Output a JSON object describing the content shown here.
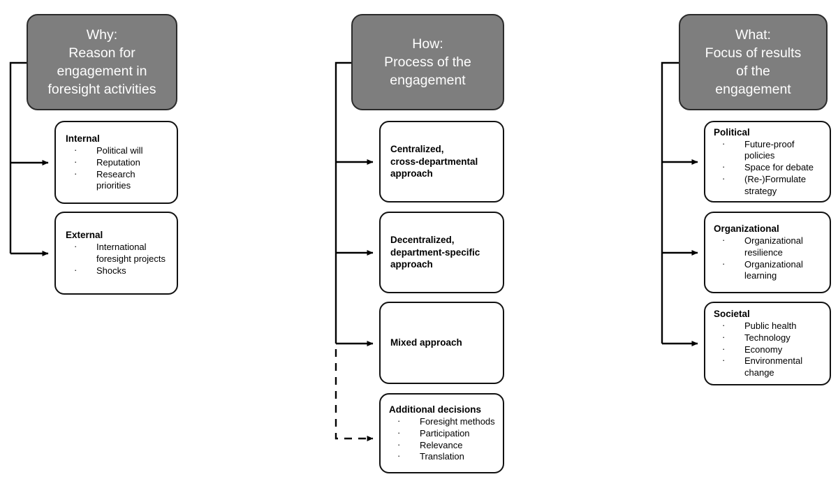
{
  "diagram": {
    "title": "Why / How / What framework for foresight engagement",
    "colors": {
      "header_fill": "#7e7e7e",
      "header_text": "#ffffff",
      "box_stroke": "#111111",
      "box_fill": "#ffffff",
      "line": "#000000"
    },
    "columns": [
      {
        "id": "why",
        "header": "Why:\nReason for\nengagement in\nforesight activities",
        "boxes": [
          {
            "id": "internal",
            "title": "Internal",
            "items": [
              "Political will",
              "Reputation",
              "Research priorities"
            ],
            "connector": "solid"
          },
          {
            "id": "external",
            "title": "External",
            "items": [
              "International\nforesight projects",
              "Shocks"
            ],
            "connector": "solid"
          }
        ]
      },
      {
        "id": "how",
        "header": "How:\nProcess of the\nengagement",
        "boxes": [
          {
            "id": "centralized",
            "plain": "Centralized,\ncross-departmental\napproach",
            "items": [],
            "connector": "solid"
          },
          {
            "id": "decentralized",
            "plain": "Decentralized,\ndepartment-specific\napproach",
            "items": [],
            "connector": "solid"
          },
          {
            "id": "mixed",
            "plain": "Mixed approach",
            "items": [],
            "connector": "solid"
          },
          {
            "id": "additional-decisions",
            "title": "Additional decisions",
            "items": [
              "Foresight methods",
              "Participation",
              "Relevance",
              "Translation"
            ],
            "connector": "dashed"
          }
        ]
      },
      {
        "id": "what",
        "header": "What:\nFocus of results\nof the\nengagement",
        "boxes": [
          {
            "id": "political",
            "title": "Political",
            "items": [
              "Future-proof\npolicies",
              "Space for debate",
              "(Re-)Formulate\nstrategy"
            ],
            "connector": "solid"
          },
          {
            "id": "organizational",
            "title": "Organizational",
            "items": [
              "Organizational\nresilience",
              "Organizational\nlearning"
            ],
            "connector": "solid"
          },
          {
            "id": "societal",
            "title": "Societal",
            "items": [
              "Public health",
              "Technology",
              "Economy",
              "Environmental\nchange"
            ],
            "connector": "solid"
          }
        ]
      }
    ],
    "bullet_glyph": "·"
  }
}
